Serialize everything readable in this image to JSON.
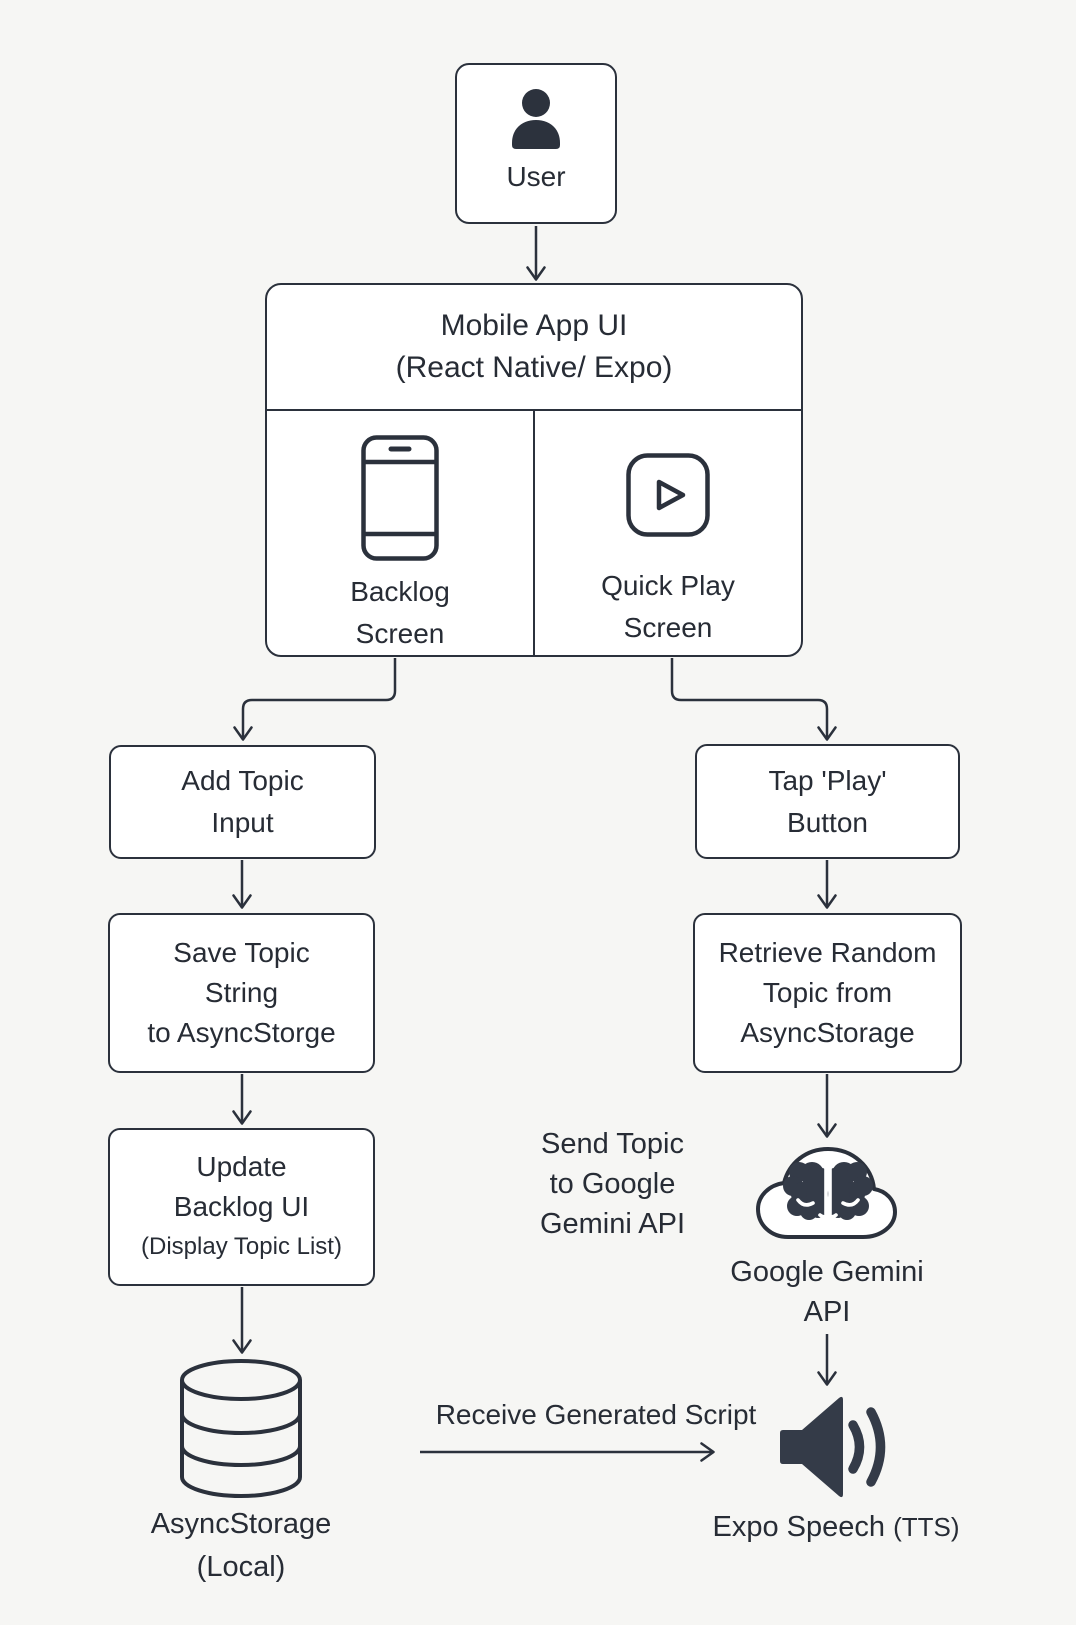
{
  "colors": {
    "background": "#f6f6f4",
    "node_fill": "#ffffff",
    "stroke": "#2b313c",
    "text": "#272c35"
  },
  "nodes": {
    "user": {
      "icon": "person-icon",
      "label": "User"
    },
    "mobile_app": {
      "title_line1": "Mobile App UI",
      "title_line2": "(React Native/ Expo)",
      "backlog": {
        "icon": "smartphone-icon",
        "line1": "Backlog",
        "line2": "Screen"
      },
      "quick_play": {
        "icon": "play-icon",
        "line1": "Quick Play",
        "line2": "Screen"
      }
    },
    "add_topic": {
      "line1": "Add Topic",
      "line2": "Input"
    },
    "save_topic": {
      "line1": "Save Topic",
      "line2": "String",
      "line3": "to AsyncStorge"
    },
    "update_backlog": {
      "line1": "Update",
      "line2": "Backlog UI",
      "line3": "(Display Topic List)"
    },
    "async_storage": {
      "icon": "database-icon",
      "line1": "AsyncStorage",
      "line2": "(Local)"
    },
    "tap_play": {
      "line1": "Tap 'Play'",
      "line2": "Button"
    },
    "retrieve_topic": {
      "line1": "Retrieve Random",
      "line2": "Topic from",
      "line3": "AsyncStorage"
    },
    "gemini_api": {
      "icon": "cloud-brain-icon",
      "line1": "Google Gemini",
      "line2": "API"
    },
    "expo_speech": {
      "icon": "speaker-icon",
      "label": "Expo Speech",
      "label_suffix": "(TTS)"
    }
  },
  "edge_labels": {
    "send_topic": {
      "line1": "Send Topic",
      "line2": "to Google",
      "line3": "Gemini API"
    },
    "receive_script": "Receive Generated Script"
  }
}
